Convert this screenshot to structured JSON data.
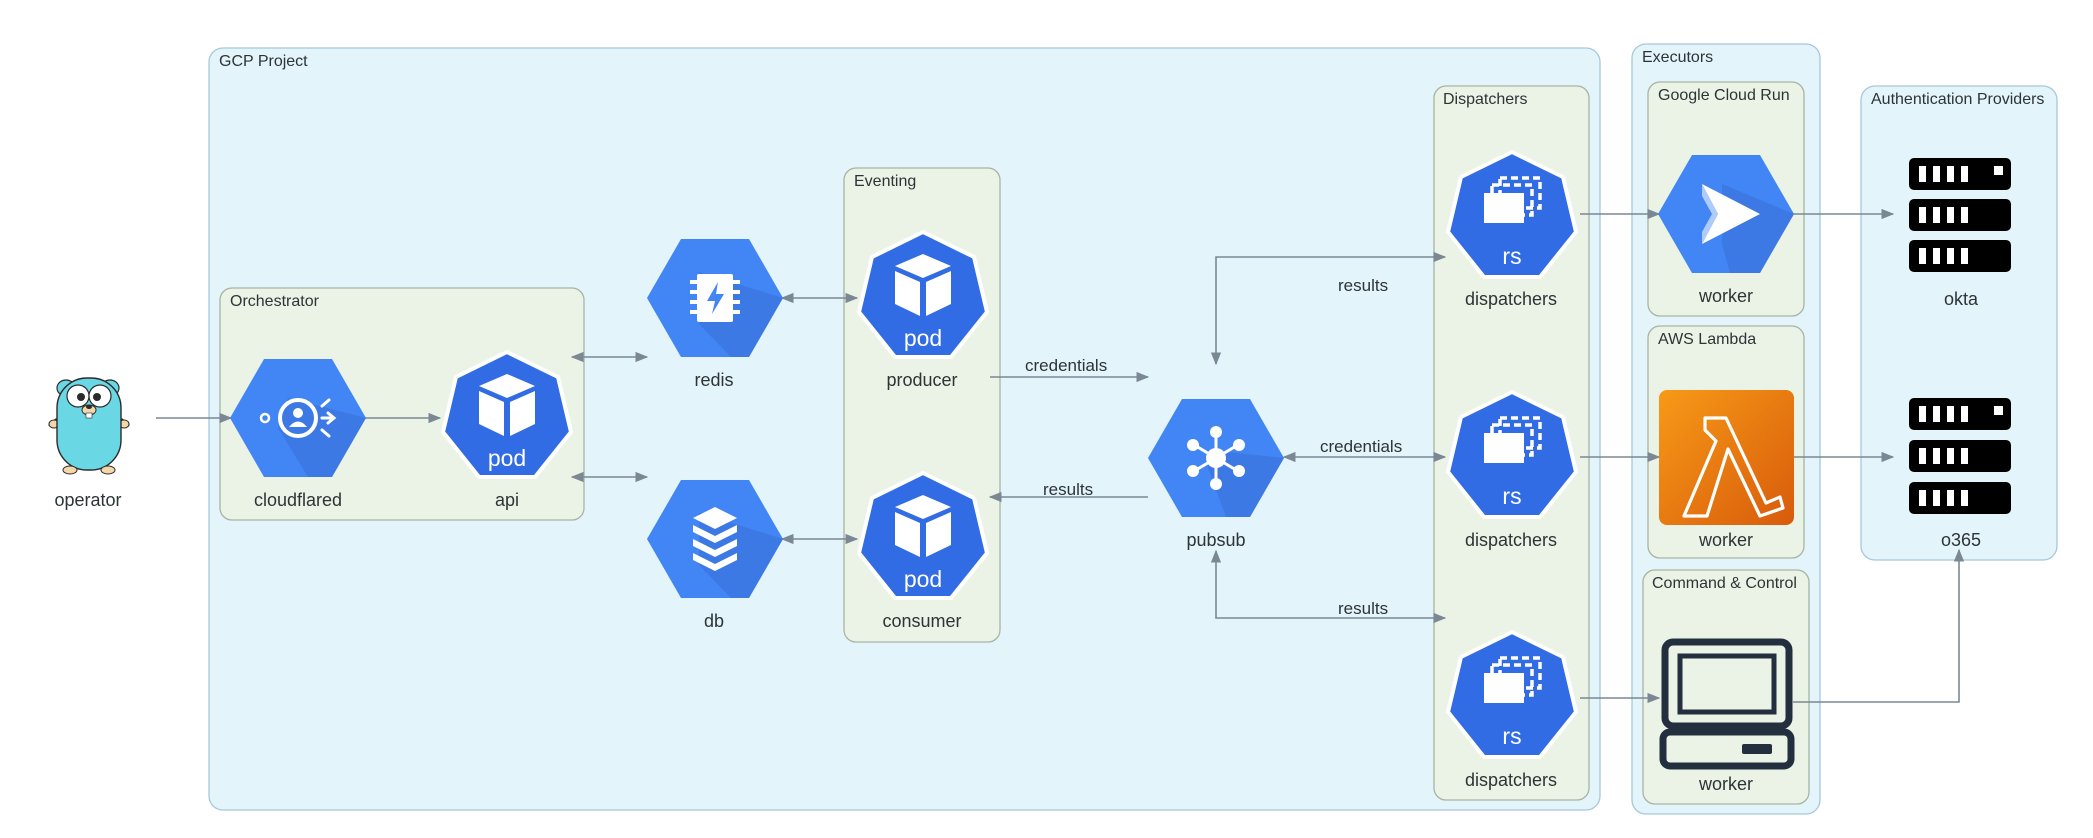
{
  "clusters": {
    "gcp_project": "GCP Project",
    "orchestrator": "Orchestrator",
    "eventing": "Eventing",
    "dispatchers": "Dispatchers",
    "executors": "Executors",
    "google_cloud_run": "Google Cloud Run",
    "aws_lambda": "AWS Lambda",
    "command_control": "Command & Control",
    "auth_providers": "Authentication Providers"
  },
  "nodes": {
    "operator": "operator",
    "cloudflared": "cloudflared",
    "api": "api",
    "api_badge": "pod",
    "redis": "redis",
    "db": "db",
    "producer": "producer",
    "producer_badge": "pod",
    "consumer": "consumer",
    "consumer_badge": "pod",
    "pubsub": "pubsub",
    "dispatchers_1": "dispatchers",
    "dispatchers_1_badge": "rs",
    "dispatchers_2": "dispatchers",
    "dispatchers_2_badge": "rs",
    "dispatchers_3": "dispatchers",
    "dispatchers_3_badge": "rs",
    "worker_cloud_run": "worker",
    "worker_lambda": "worker",
    "worker_c2": "worker",
    "okta": "okta",
    "o365": "o365"
  },
  "edges": {
    "producer_to_pubsub": "credentials",
    "pubsub_to_consumer": "results",
    "pubsub_dispatchers_1": "results",
    "pubsub_dispatchers_2": "credentials",
    "pubsub_dispatchers_3": "results"
  },
  "colors": {
    "gcp_fill": "#e3f4fb",
    "gcp_stroke": "#a6c8d9",
    "group_fill": "#ebf3e7",
    "group_stroke": "#a7b4a3",
    "gcp_blue": "#4285f4",
    "gcp_blue_dark": "#3a6fd8",
    "lambda_orange": "#e8730e",
    "dark": "#232f3e",
    "edge": "#7b8894"
  }
}
